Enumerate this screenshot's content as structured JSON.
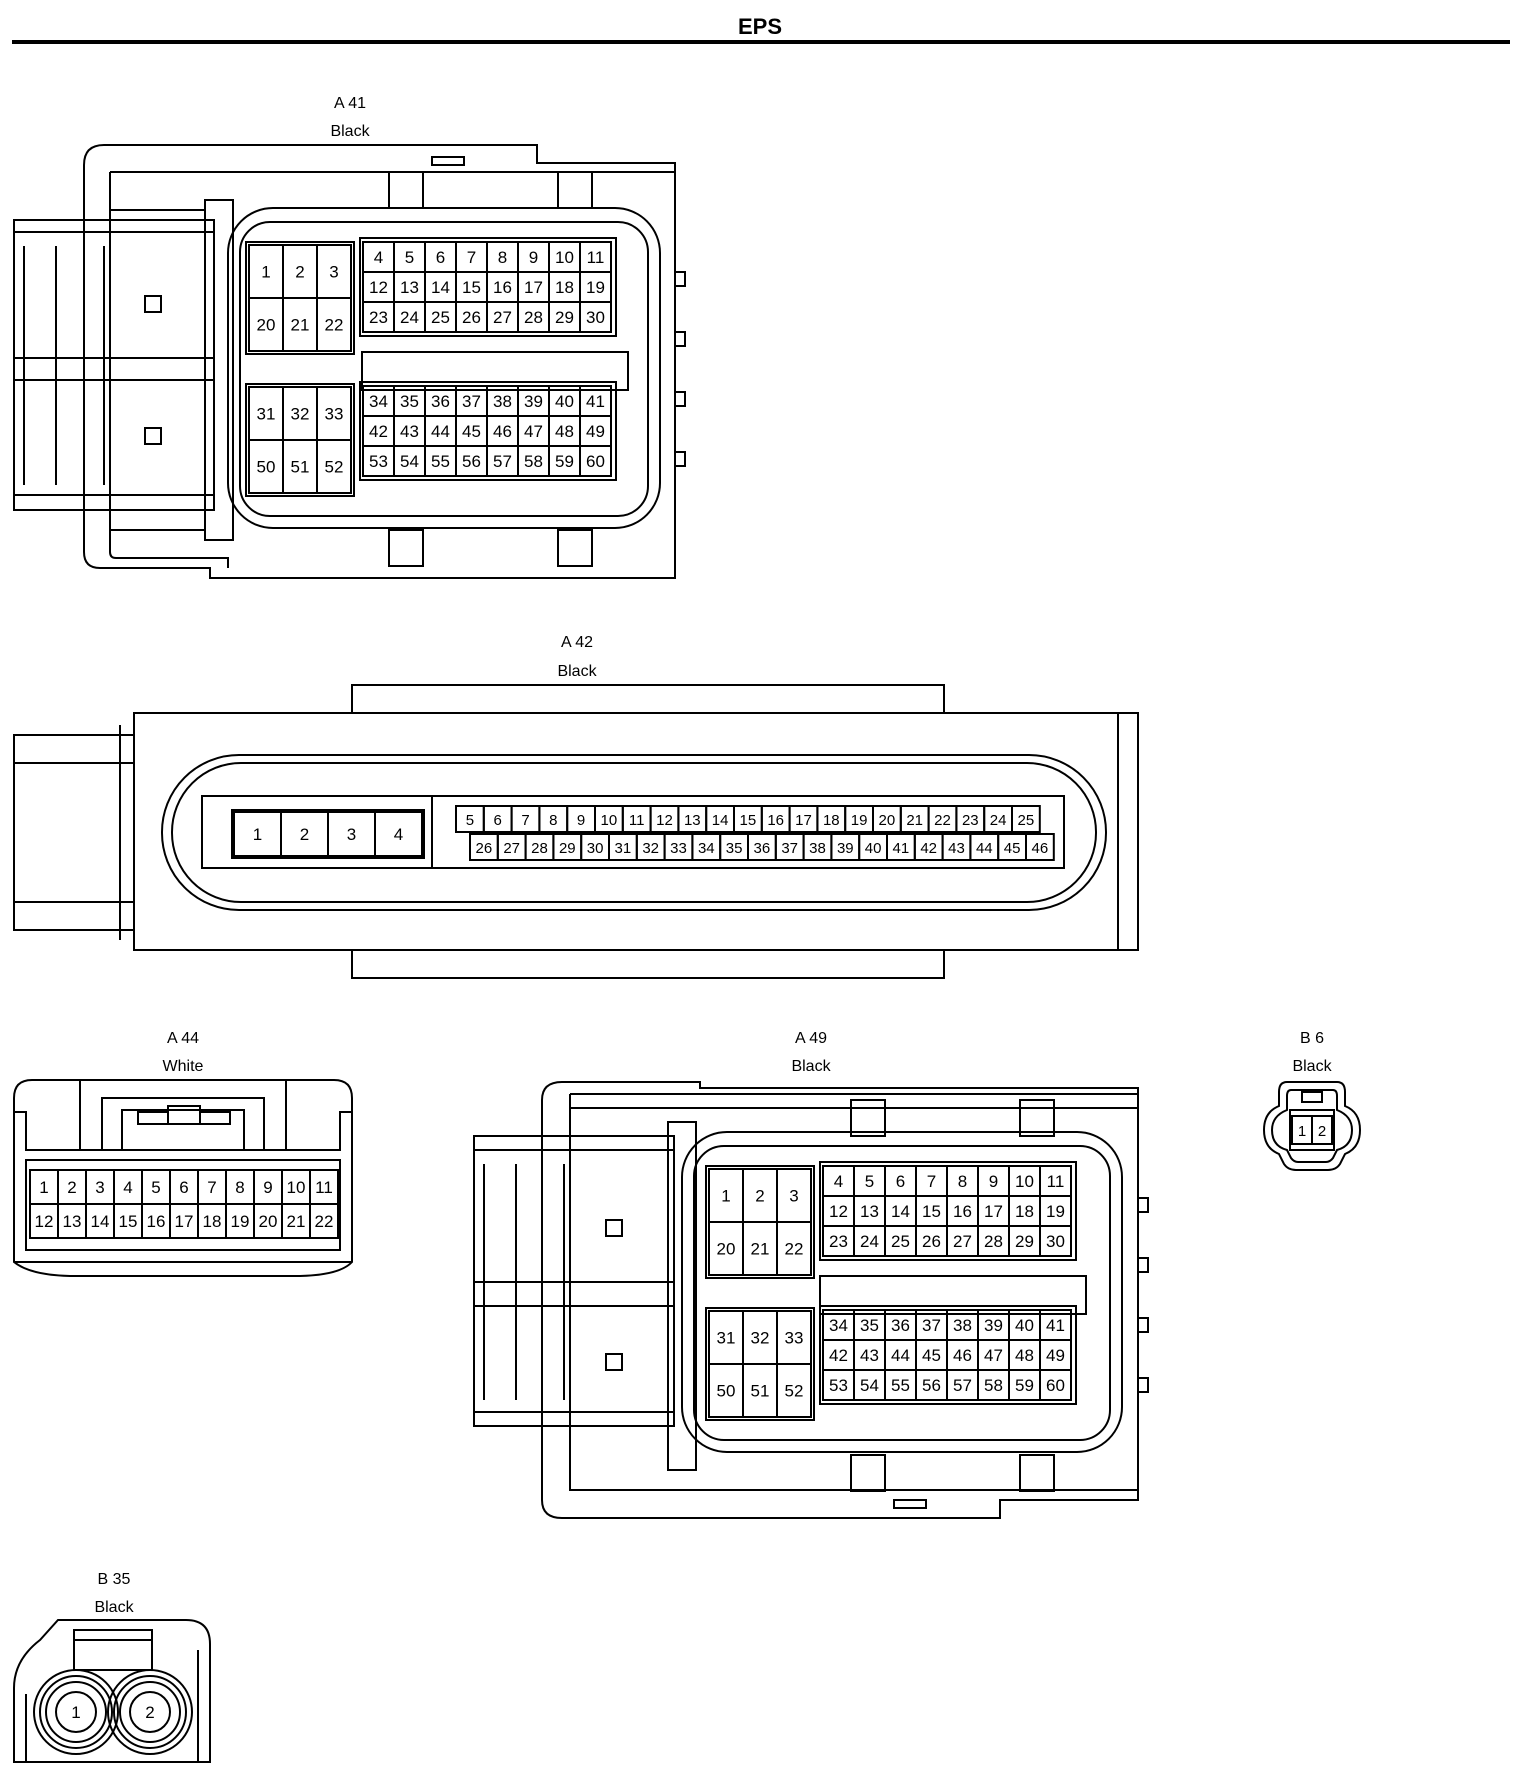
{
  "page": {
    "title": "EPS"
  },
  "colors": {
    "line": "#000000",
    "background": "#ffffff"
  },
  "connectors": {
    "a41": {
      "id": "A 41",
      "color": "Black",
      "block_left_top": [
        "1",
        "2",
        "3",
        "20",
        "21",
        "22"
      ],
      "block_left_bottom": [
        "31",
        "32",
        "33",
        "50",
        "51",
        "52"
      ],
      "block_right_top": [
        "4",
        "5",
        "6",
        "7",
        "8",
        "9",
        "10",
        "11",
        "12",
        "13",
        "14",
        "15",
        "16",
        "17",
        "18",
        "19",
        "23",
        "24",
        "25",
        "26",
        "27",
        "28",
        "29",
        "30"
      ],
      "block_right_bottom": [
        "34",
        "35",
        "36",
        "37",
        "38",
        "39",
        "40",
        "41",
        "42",
        "43",
        "44",
        "45",
        "46",
        "47",
        "48",
        "49",
        "53",
        "54",
        "55",
        "56",
        "57",
        "58",
        "59",
        "60"
      ]
    },
    "a42": {
      "id": "A 42",
      "color": "Black",
      "large_pins": [
        "1",
        "2",
        "3",
        "4"
      ],
      "row_top": [
        "5",
        "6",
        "7",
        "8",
        "9",
        "10",
        "11",
        "12",
        "13",
        "14",
        "15",
        "16",
        "17",
        "18",
        "19",
        "20",
        "21",
        "22",
        "23",
        "24",
        "25"
      ],
      "row_bottom": [
        "26",
        "27",
        "28",
        "29",
        "30",
        "31",
        "32",
        "33",
        "34",
        "35",
        "36",
        "37",
        "38",
        "39",
        "40",
        "41",
        "42",
        "43",
        "44",
        "45",
        "46"
      ]
    },
    "a44": {
      "id": "A 44",
      "color": "White",
      "row_top": [
        "1",
        "2",
        "3",
        "4",
        "5",
        "6",
        "7",
        "8",
        "9",
        "10",
        "11"
      ],
      "row_bottom": [
        "12",
        "13",
        "14",
        "15",
        "16",
        "17",
        "18",
        "19",
        "20",
        "21",
        "22"
      ]
    },
    "a49": {
      "id": "A 49",
      "color": "Black",
      "block_left_top": [
        "1",
        "2",
        "3",
        "20",
        "21",
        "22"
      ],
      "block_left_bottom": [
        "31",
        "32",
        "33",
        "50",
        "51",
        "52"
      ],
      "block_right_top": [
        "4",
        "5",
        "6",
        "7",
        "8",
        "9",
        "10",
        "11",
        "12",
        "13",
        "14",
        "15",
        "16",
        "17",
        "18",
        "19",
        "23",
        "24",
        "25",
        "26",
        "27",
        "28",
        "29",
        "30"
      ],
      "block_right_bottom": [
        "34",
        "35",
        "36",
        "37",
        "38",
        "39",
        "40",
        "41",
        "42",
        "43",
        "44",
        "45",
        "46",
        "47",
        "48",
        "49",
        "53",
        "54",
        "55",
        "56",
        "57",
        "58",
        "59",
        "60"
      ]
    },
    "b6": {
      "id": "B 6",
      "color": "Black",
      "pins": [
        "1",
        "2"
      ]
    },
    "b35": {
      "id": "B 35",
      "color": "Black",
      "pins": [
        "1",
        "2"
      ]
    }
  }
}
